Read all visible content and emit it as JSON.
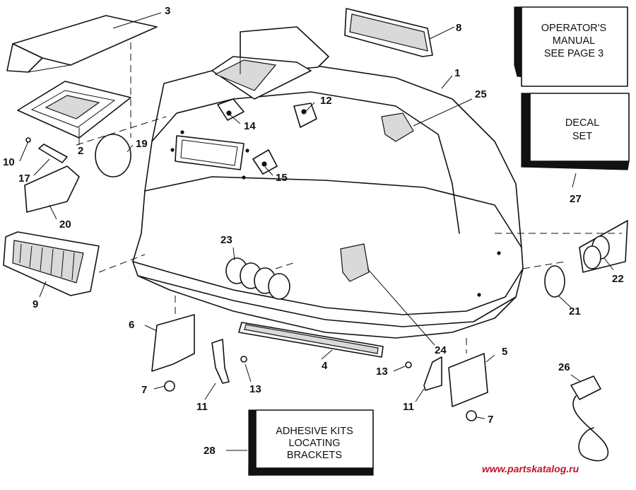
{
  "boxes": {
    "operators_manual": [
      "OPERATOR'S",
      "MANUAL",
      "SEE PAGE  3"
    ],
    "decal_set": [
      "DECAL",
      "SET"
    ],
    "adhesive_kits": [
      "ADHESIVE KITS",
      "LOCATING",
      "BRACKETS"
    ]
  },
  "callouts": {
    "c1": "1",
    "c2": "2",
    "c3": "3",
    "c4": "4",
    "c5": "5",
    "c6": "6",
    "c7a": "7",
    "c7b": "7",
    "c8": "8",
    "c9": "9",
    "c10": "10",
    "c11a": "11",
    "c11b": "11",
    "c12": "12",
    "c13a": "13",
    "c13b": "13",
    "c14": "14",
    "c15": "15",
    "c17": "17",
    "c19": "19",
    "c20": "20",
    "c21": "21",
    "c22": "22",
    "c23": "23",
    "c24": "24",
    "c25": "25",
    "c26": "26",
    "c27": "27",
    "c28": "28"
  },
  "watermark": "www.partskatalog.ru",
  "colors": {
    "ink": "#111111",
    "watermark": "#c0152a",
    "paper": "#ffffff"
  }
}
